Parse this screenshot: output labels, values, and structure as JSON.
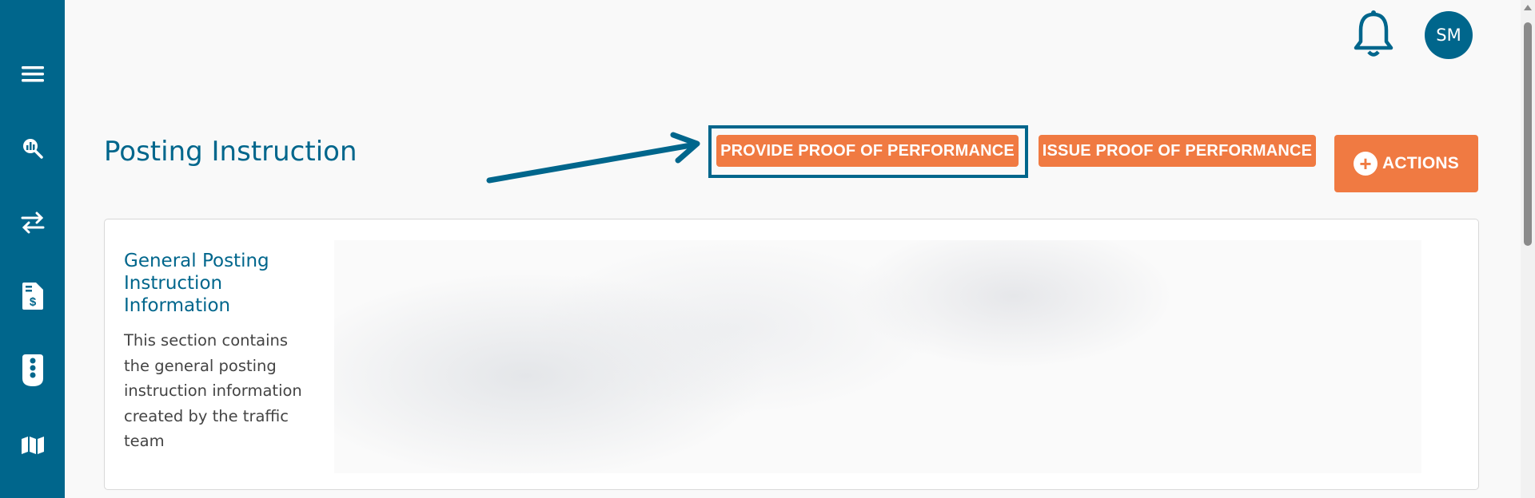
{
  "header": {
    "avatar_initials": "SM"
  },
  "page": {
    "title": "Posting Instruction"
  },
  "buttons": {
    "provide_pop": "PROVIDE PROOF OF PERFORMANCE",
    "issue_pop": "ISSUE PROOF OF PERFORMANCE",
    "actions": "ACTIONS"
  },
  "section": {
    "title": "General Posting Instruction Information",
    "description": "This section contains the general posting instruction information created by the traffic team"
  },
  "colors": {
    "primary": "#00668c",
    "accent": "#f07a42"
  }
}
